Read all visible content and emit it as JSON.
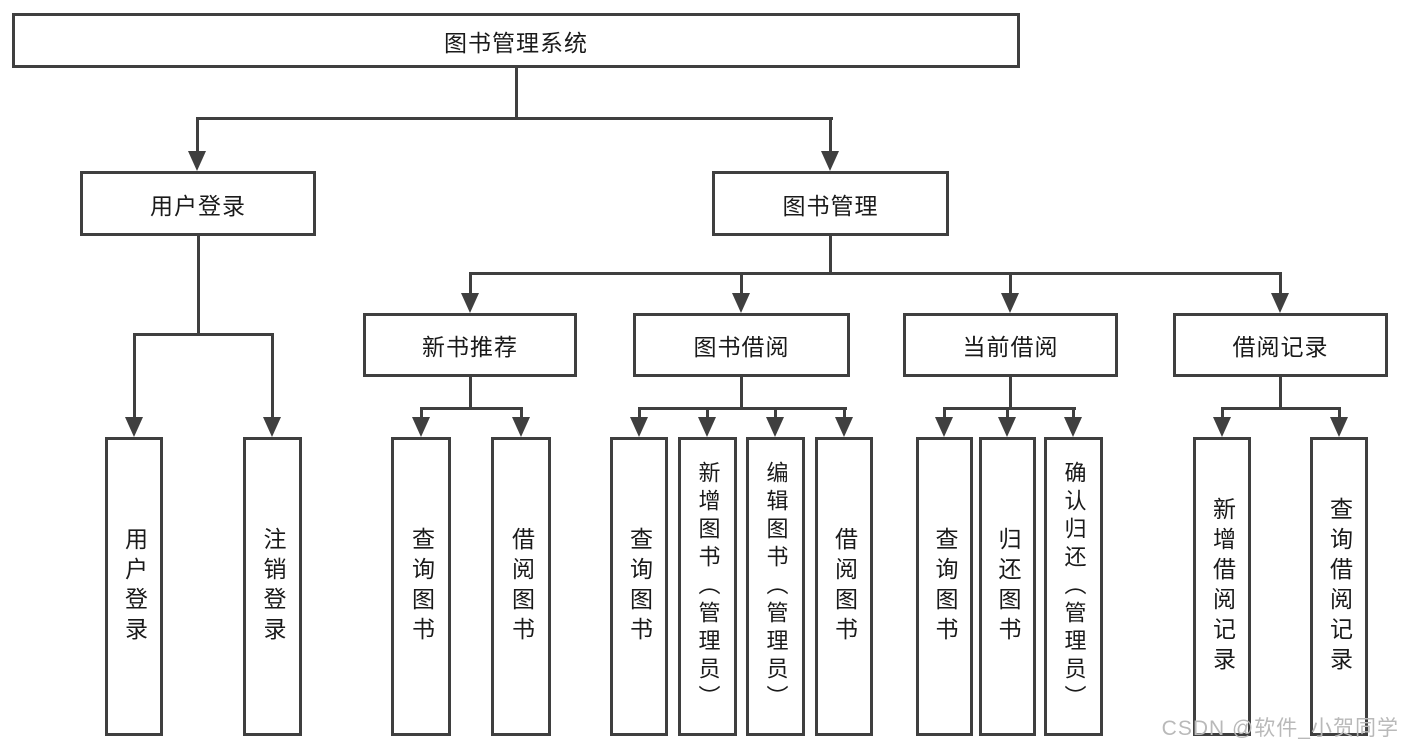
{
  "diagram": {
    "root": {
      "label": "图书管理系统"
    },
    "branches": {
      "user_login": {
        "label": "用户登录",
        "children": [
          {
            "label": "用户登录"
          },
          {
            "label": "注销登录"
          }
        ]
      },
      "book_mgmt": {
        "label": "图书管理",
        "children": [
          {
            "label": "新书推荐",
            "children": [
              {
                "label": "查询图书"
              },
              {
                "label": "借阅图书"
              }
            ]
          },
          {
            "label": "图书借阅",
            "children": [
              {
                "label": "查询图书"
              },
              {
                "label": "新增图书（管理员）"
              },
              {
                "label": "编辑图书（管理员）"
              },
              {
                "label": "借阅图书"
              }
            ]
          },
          {
            "label": "当前借阅",
            "children": [
              {
                "label": "查询图书"
              },
              {
                "label": "归还图书"
              },
              {
                "label": "确认归还（管理员）"
              }
            ]
          },
          {
            "label": "借阅记录",
            "children": [
              {
                "label": "新增借阅记录"
              },
              {
                "label": "查询借阅记录"
              }
            ]
          }
        ]
      }
    },
    "watermark": "CSDN @软件_小贺同学",
    "colors": {
      "line": "#3f3f3f",
      "box_border": "#3f3f3f",
      "text": "#1a1a1a",
      "watermark": "#b9b9b9",
      "background": "#ffffff"
    }
  }
}
